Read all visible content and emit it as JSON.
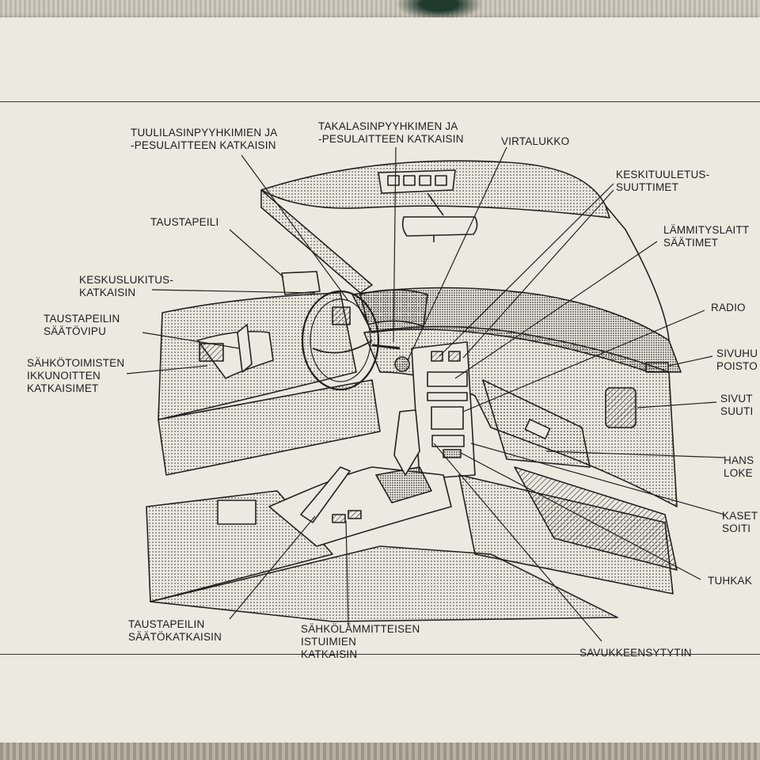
{
  "labels": {
    "wiper_switch": [
      "TUULILASINPYYHKIMIEN JA",
      "-PESULAITTEEN KATKAISIN"
    ],
    "rear_wiper_switch": [
      "TAKALASINPYYHKIMEN JA",
      "-PESULAITTEEN KATKAISIN"
    ],
    "ignition": [
      "VIRTALUKKO"
    ],
    "center_vents": [
      "KESKITUULETUS-",
      "SUUTTIMET"
    ],
    "rear_mirror": [
      "TAUSTAPEILI"
    ],
    "heater_controls": [
      "LÄMMITYSLAITT",
      "SÄÄTIMET"
    ],
    "central_lock": [
      "KESKUSLUKITUS-",
      "KATKAISIN"
    ],
    "radio": [
      "RADIO"
    ],
    "mirror_lever": [
      "TAUSTAPEILIN",
      "SÄÄTÖVIPU"
    ],
    "side_defrost": [
      "SIVUHU",
      "POISTO"
    ],
    "window_switches": [
      "SÄHKÖTOIMISTEN",
      "IKKUNOITTEN",
      "KATKAISIMET"
    ],
    "side_vents": [
      "SIVUT",
      "SUUTI"
    ],
    "glovebox": [
      "HANS",
      "LOKE"
    ],
    "cassette": [
      "KASET",
      "SOITI"
    ],
    "ashtray": [
      "TUHKAK"
    ],
    "mirror_switch": [
      "TAUSTAPEILIN",
      "SÄÄTÖKATKAISIN"
    ],
    "seat_heater_switch": [
      "SÄHKÖLÄMMITTEISEN",
      "ISTUIMIEN",
      "KATKAISIN"
    ],
    "lighter": [
      "SAVUKKEENSYTYTIN"
    ]
  }
}
